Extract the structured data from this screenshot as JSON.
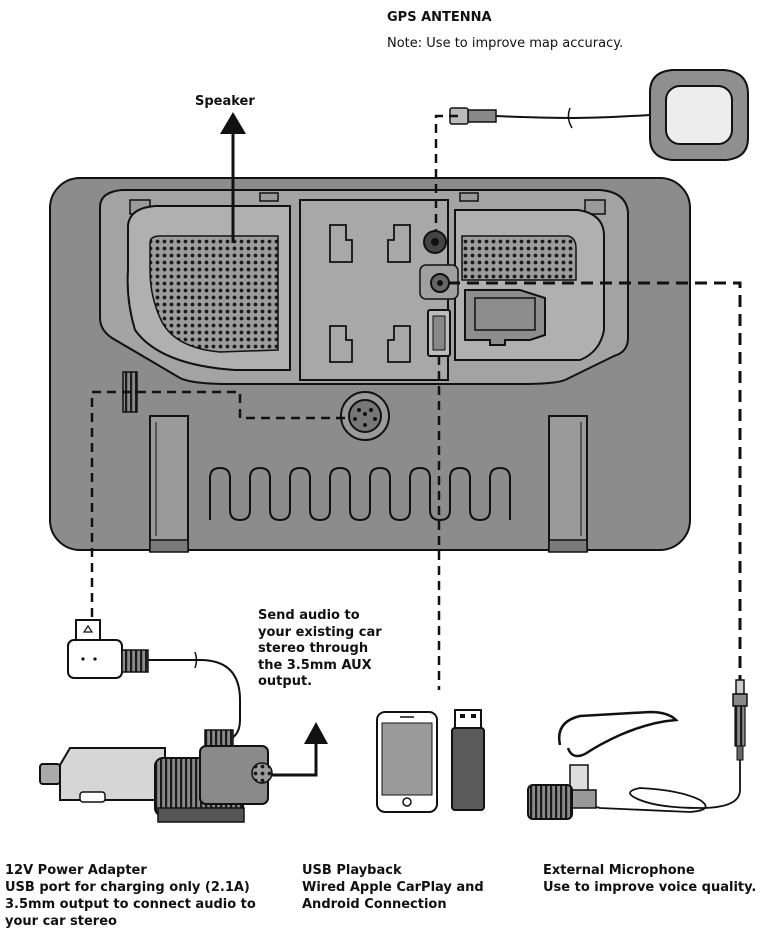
{
  "labels": {
    "gps_title": "GPS ANTENNA",
    "gps_note": "Note: Use to improve map accuracy.",
    "speaker": "Speaker",
    "aux_lines": [
      "Send audio to",
      "your existing car",
      "stereo through",
      "the 3.5mm AUX",
      "output."
    ],
    "power_title": "12V Power Adapter",
    "power_lines": [
      "USB port for charging only (2.1A)",
      "3.5mm output to connect audio to",
      "your car stereo"
    ],
    "usb_title": "USB Playback",
    "usb_lines": [
      "Wired Apple CarPlay and",
      "Android Connection"
    ],
    "mic_title": "External Microphone",
    "mic_note": "Use to improve voice quality."
  },
  "colors": {
    "device_body": "#8c8c8c",
    "device_panel": "#a4a4a4",
    "outline": "#111111",
    "phone_screen": "#9a9a9a",
    "connector_dark": "#555555"
  },
  "icons": [
    "arrow-up-icon",
    "gps-antenna-icon",
    "usb-drive-icon",
    "smartphone-icon",
    "car-charger-icon",
    "microphone-icon"
  ]
}
